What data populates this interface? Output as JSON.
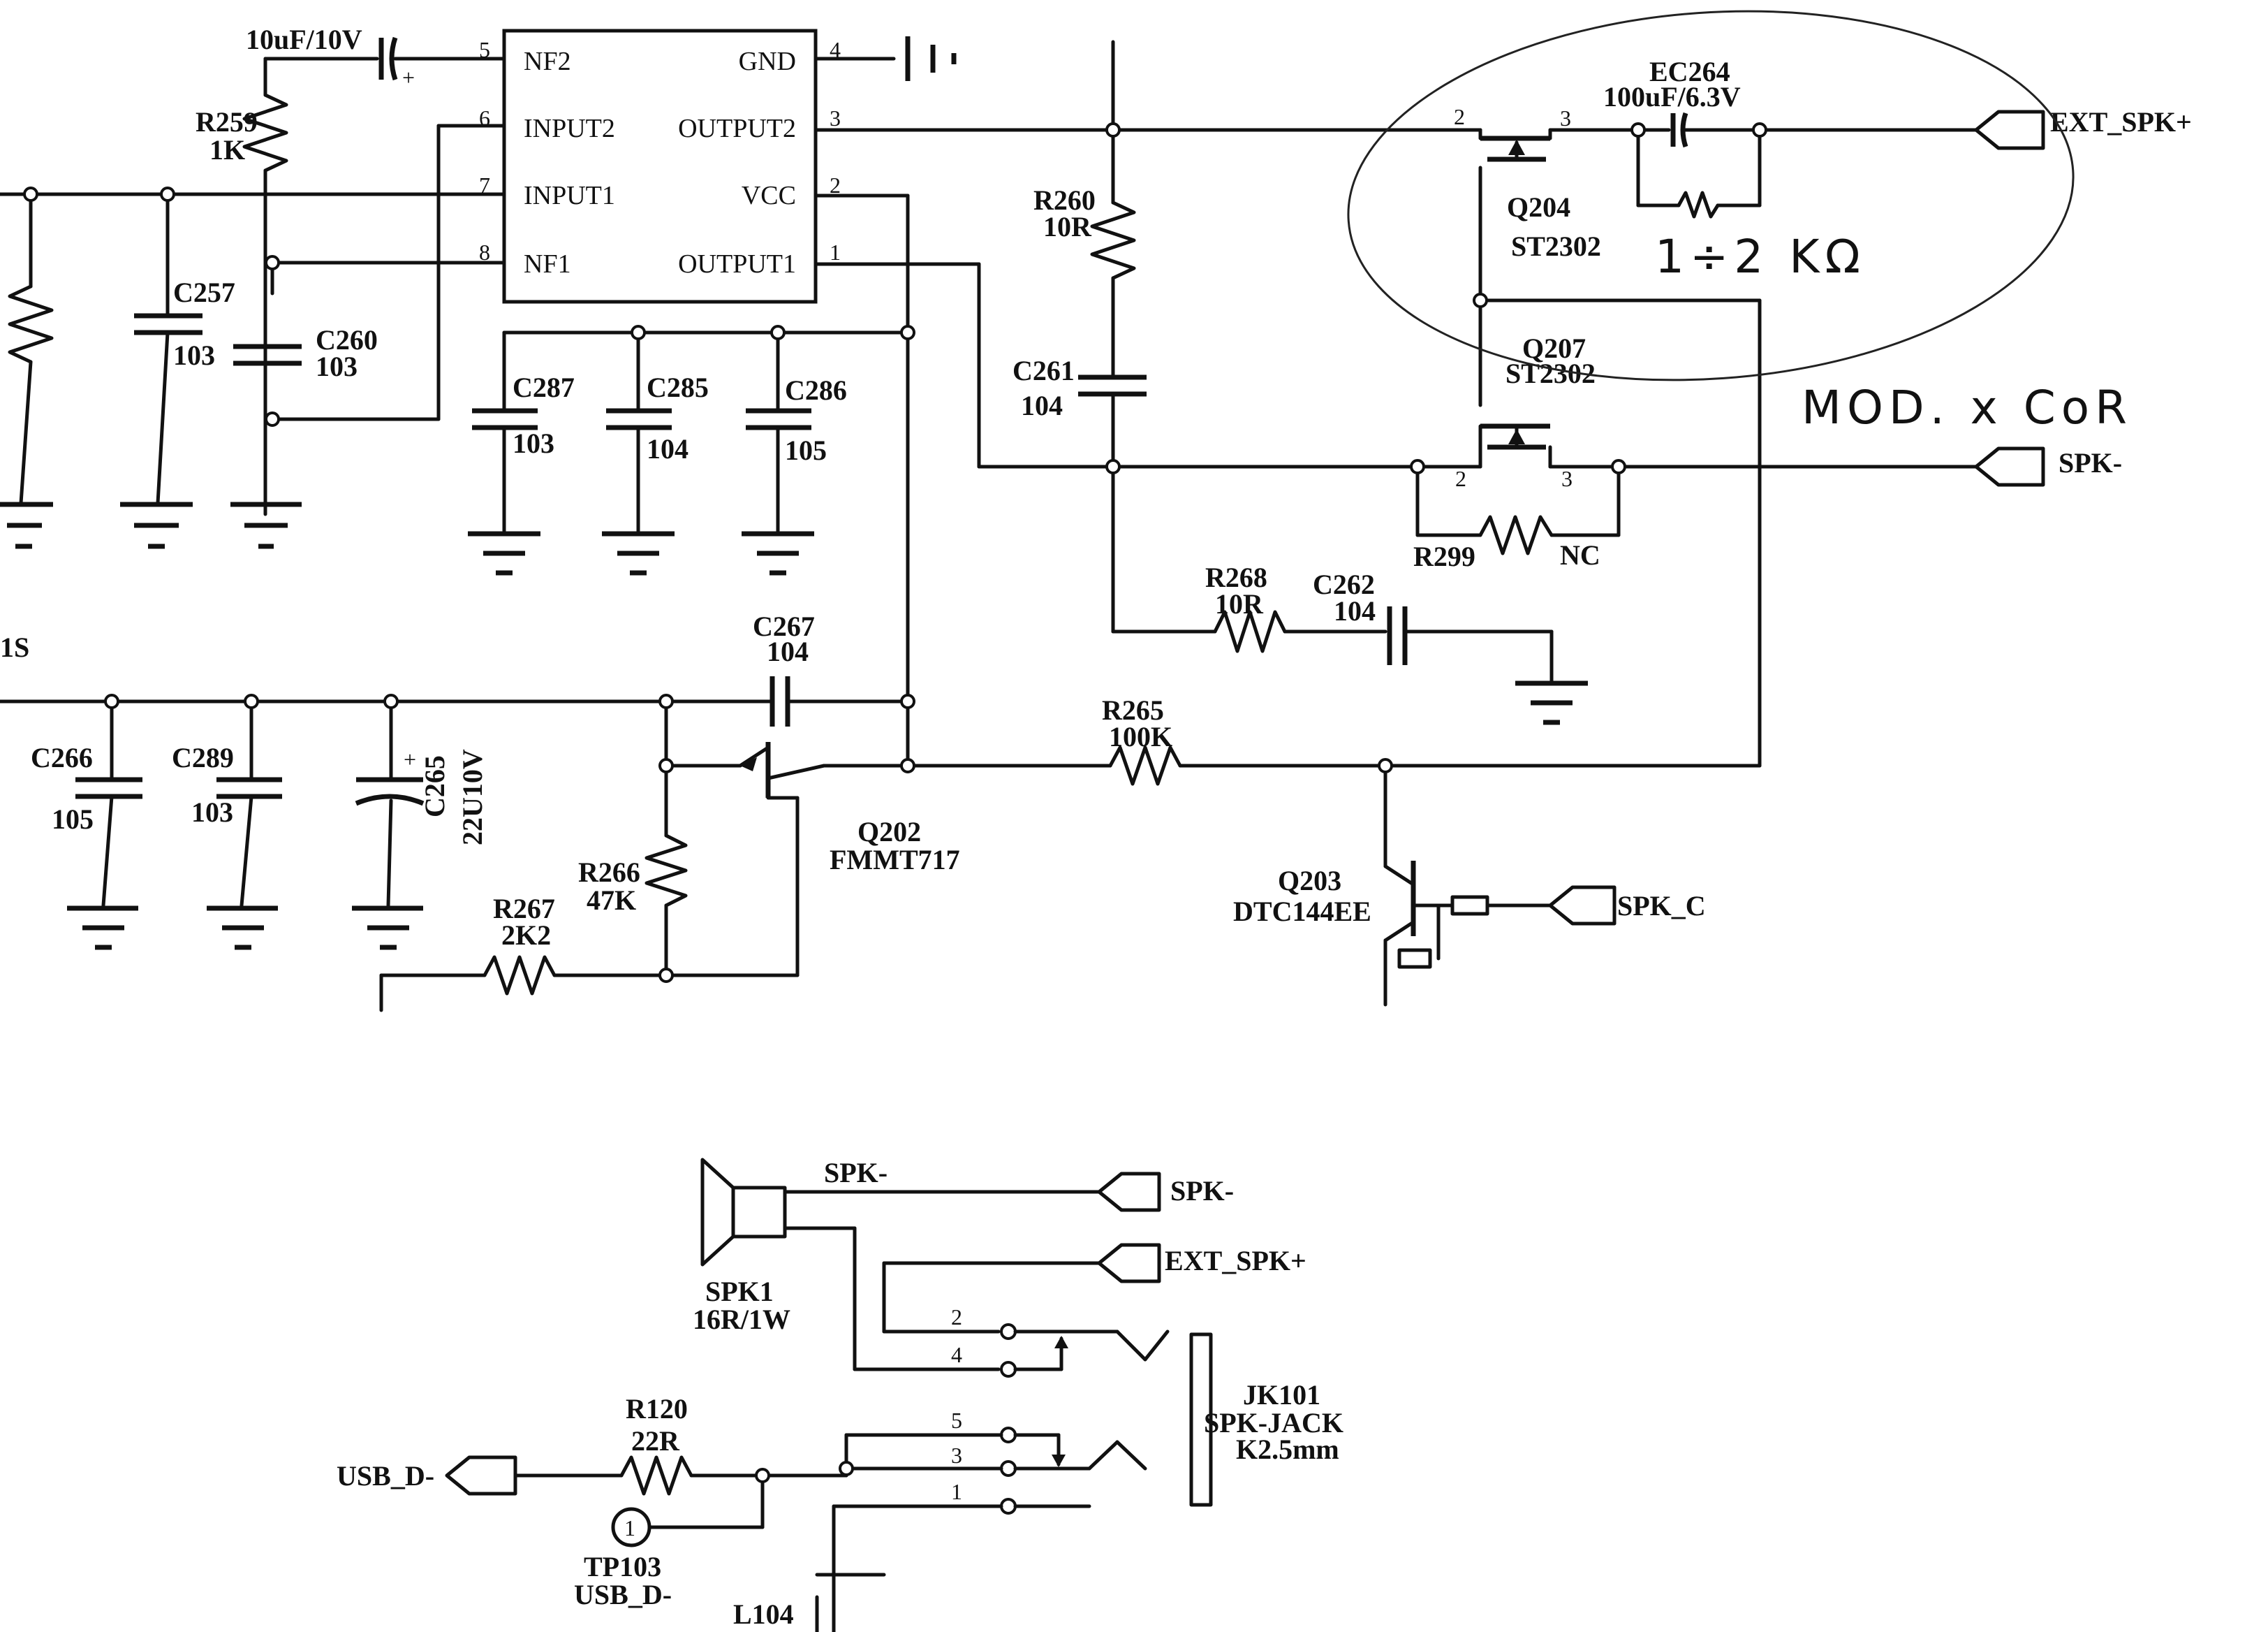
{
  "ic": {
    "pins_left": [
      "NF2",
      "INPUT2",
      "INPUT1",
      "NF1"
    ],
    "pins_right": [
      "GND",
      "OUTPUT2",
      "VCC",
      "OUTPUT1"
    ],
    "pin_numbers_left": [
      "5",
      "6",
      "7",
      "8"
    ],
    "pin_numbers_right": [
      "4",
      "3",
      "2",
      "1"
    ]
  },
  "components": {
    "cap_top_value": "10uF/10V",
    "r259": {
      "ref": "R259",
      "value": "1K"
    },
    "c257": {
      "ref": "C257",
      "value": "103"
    },
    "c260": {
      "ref": "C260",
      "value": "103"
    },
    "c287": {
      "ref": "C287",
      "value": "103"
    },
    "c285": {
      "ref": "C285",
      "value": "104"
    },
    "c286": {
      "ref": "C286",
      "value": "105"
    },
    "r260": {
      "ref": "R260",
      "value": "10R"
    },
    "c261": {
      "ref": "C261",
      "value": "104"
    },
    "ec264": {
      "ref": "EC264",
      "value": "100uF/6.3V"
    },
    "q204": {
      "ref": "Q204",
      "value": "ST2302"
    },
    "q207": {
      "ref": "Q207",
      "value": "ST2302"
    },
    "r299": {
      "ref": "R299",
      "value": "NC"
    },
    "r268": {
      "ref": "R268",
      "value": "10R"
    },
    "c262": {
      "ref": "C262",
      "value": "104"
    },
    "c267": {
      "ref": "C267",
      "value": "104"
    },
    "c266": {
      "ref": "C266",
      "value": "105"
    },
    "c289": {
      "ref": "C289",
      "value": "103"
    },
    "c265": {
      "ref": "C265",
      "value": "22U10V"
    },
    "r266": {
      "ref": "R266",
      "value": "47K"
    },
    "r267": {
      "ref": "R267",
      "value": "2K2"
    },
    "q202": {
      "ref": "Q202",
      "value": "FMMT717"
    },
    "r265": {
      "ref": "R265",
      "value": "100K"
    },
    "q203": {
      "ref": "Q203",
      "value": "DTC144EE"
    },
    "spk1": {
      "ref": "SPK1",
      "value": "16R/1W"
    },
    "jk101": {
      "ref": "JK101",
      "name": "SPK-JACK",
      "value": "K2.5mm"
    },
    "r120": {
      "ref": "R120",
      "value": "22R"
    },
    "tp103": {
      "ref": "TP103",
      "net": "USB_D-",
      "pin": "1"
    },
    "l104": {
      "ref": "L104"
    },
    "partial_left_label": "1S"
  },
  "ports": {
    "ext_spk_plus": "EXT_SPK+",
    "spk_minus": "SPK-",
    "spk_c": "SPK_C",
    "usb_d_minus": "USB_D-"
  },
  "net_labels": {
    "spk_minus_wire": "SPK-"
  },
  "pin_labels": {
    "q204_gate": "2",
    "q204_drain": "3",
    "q207_gate": "2",
    "q207_drain": "3",
    "jack_pins": [
      "2",
      "4",
      "5",
      "3",
      "1"
    ]
  },
  "handwritten": {
    "note_resistor": "1÷2 KΩ",
    "note_mod": "MOD. x CoR"
  }
}
